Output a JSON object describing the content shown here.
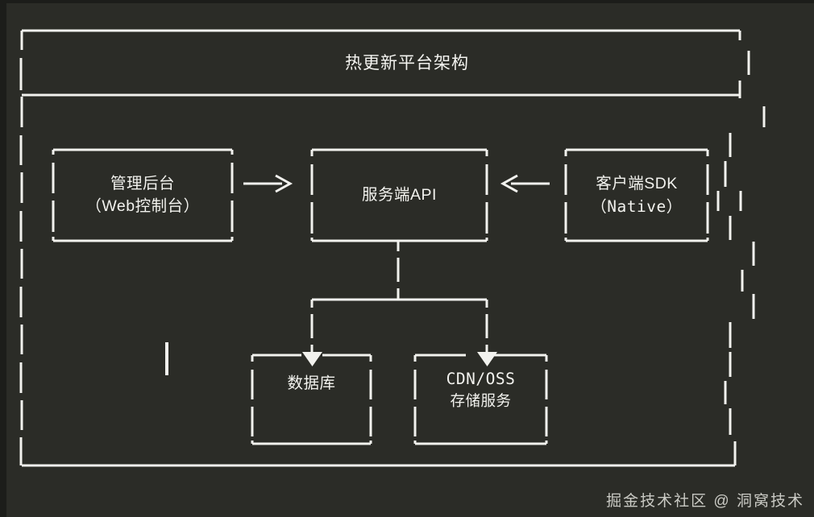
{
  "meta": {
    "background_outer": "#1c1d1a",
    "background_canvas": "#2b2c27",
    "stroke_color": "#f2f2ee",
    "text_color": "#f4f4f0"
  },
  "header": {
    "title": "热更新平台架构"
  },
  "nodes": [
    {
      "id": "admin",
      "lines": [
        "管理后台",
        "（Web控制台）"
      ]
    },
    {
      "id": "api",
      "lines": [
        "服务端API"
      ]
    },
    {
      "id": "sdk",
      "lines": [
        "客户端SDK",
        "（Native）"
      ]
    },
    {
      "id": "db",
      "lines": [
        "数据库"
      ]
    },
    {
      "id": "storage",
      "lines": [
        "CDN/OSS",
        "存储服务"
      ]
    }
  ],
  "connectors": [
    {
      "id": "admin-to-api",
      "from": "admin",
      "to": "api",
      "direction": "right",
      "glyph": "—>"
    },
    {
      "id": "sdk-to-api",
      "from": "sdk",
      "to": "api",
      "direction": "left",
      "glyph": "<—"
    },
    {
      "id": "api-to-db",
      "from": "api",
      "to": "db",
      "direction": "down",
      "glyph": "▼"
    },
    {
      "id": "api-to-storage",
      "from": "api",
      "to": "storage",
      "direction": "down",
      "glyph": "▼"
    }
  ],
  "watermark": {
    "text": "掘金技术社区 @ 洞窝技术"
  }
}
